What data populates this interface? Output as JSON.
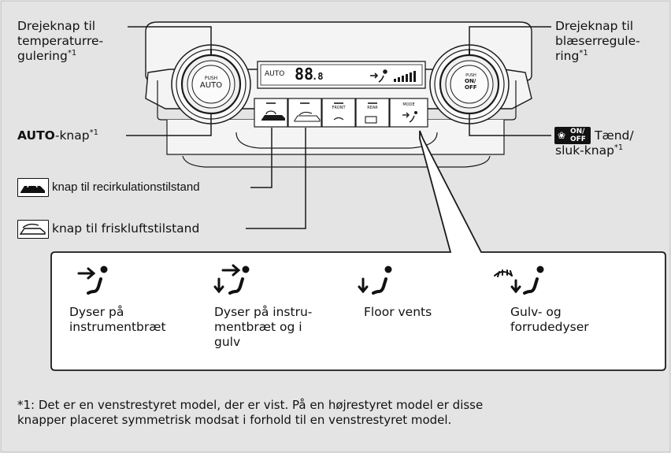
{
  "labels": {
    "temp_knob": [
      "Drejeknap til",
      "temperaturre-",
      "gulering"
    ],
    "fan_knob": [
      "Drejeknap til",
      "blæserregule-",
      "ring"
    ],
    "auto_button_bold": "AUTO",
    "auto_button_rest": "-knap",
    "onoff_button": [
      "Tænd/",
      "sluk-knap"
    ],
    "recirc_button": "knap til recirkulationstilstand",
    "fresh_air_button": "knap til friskluftstilstand",
    "footnote_mark": "*1"
  },
  "panel": {
    "left_knob_push": "PUSH",
    "left_knob_auto": "AUTO",
    "right_knob_push": "PUSH",
    "right_knob_on": "ON/",
    "right_knob_off": "OFF",
    "display_auto": "AUTO",
    "display_temp": "88",
    "display_temp_dec": ".8",
    "btn_front": "FRONT",
    "btn_rear": "REAR",
    "btn_mode": "MODE"
  },
  "onoff_icon": {
    "on": "ON/",
    "off": "OFF"
  },
  "modes": [
    {
      "label": [
        "Dyser på",
        "instrumentbræt"
      ],
      "icon": "dash-vent-icon"
    },
    {
      "label": [
        "Dyser på instru-",
        "mentbræt og i",
        "gulv"
      ],
      "icon": "dash-floor-vent-icon"
    },
    {
      "label": [
        "Floor vents"
      ],
      "icon": "floor-vent-icon"
    },
    {
      "label": [
        "Gulv- og",
        "forrudedyser"
      ],
      "icon": "floor-defrost-vent-icon"
    }
  ],
  "footnote": [
    "*1: Det er en venstrestyret model, der er vist. På en højrestyret model er disse",
    "knapper placeret symmetrisk modsat i forhold til en venstrestyret model."
  ],
  "colors": {
    "background": "#e4e4e4",
    "panel": "#f3f3f3",
    "line": "#1a1a1a",
    "callout_fill": "#ffffff"
  }
}
